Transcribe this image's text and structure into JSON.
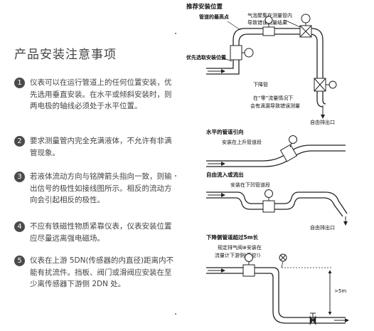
{
  "title": "产品安装注意事项",
  "items": [
    {
      "num": "1",
      "text": "仪表可以在运行管道上的任何位置安装，优先选用垂直安装。在水平或倾斜安装时，则两电极的轴线必须处于水平位置。"
    },
    {
      "num": "2",
      "text": "要求测量管内完全充满液体，不允许有非满管现象。"
    },
    {
      "num": "3",
      "text": "若液体流动方向与铭牌箭头指向一致，则输出信号的极性如接线图所示。相反的流动方向会引起相反的极性。"
    },
    {
      "num": "4",
      "text": "不应有铁磁性物质紧靠仪表，仪表安装位置应尽量远离强电磁场。"
    },
    {
      "num": "5",
      "text": "仪表在上游 5DN(传感器的内直径)距离内不能有扰流件。挡板、阀门或滑阀应安装在至少离传感器下游侧 2DN 处。"
    }
  ],
  "diagram": {
    "s1_title": "推荐安装位置",
    "s1_high_point": "管道的最高点",
    "s1_bubble_1": "气泡聚集在测量管内",
    "s1_bubble_2": "导致错误测量结果",
    "s1_preferred": "优先选取安装位置",
    "s1_down_pipe": "下降管",
    "s1_zero_1": "在“零”流量情况下",
    "s1_zero_2": "会有滴漏导致错误测量",
    "s1_outlet": "自由排出口",
    "s2_title": "水平的管道引向",
    "s2_note": "安装在上升管道段",
    "s3_title": "自由流入或流出",
    "s3_note": "安装在下凹管道段",
    "s3_outlet": "自由排出口",
    "s4_title": "下降侧管道超过5m长",
    "s4_note_1": "规定排气阀⊗安装在",
    "s4_note_2": "流量计下游侧(真空!)",
    "s4_dim": ">5m"
  },
  "colors": {
    "bullet": "#4a4a4a",
    "text": "#444444",
    "line": "#222222"
  }
}
